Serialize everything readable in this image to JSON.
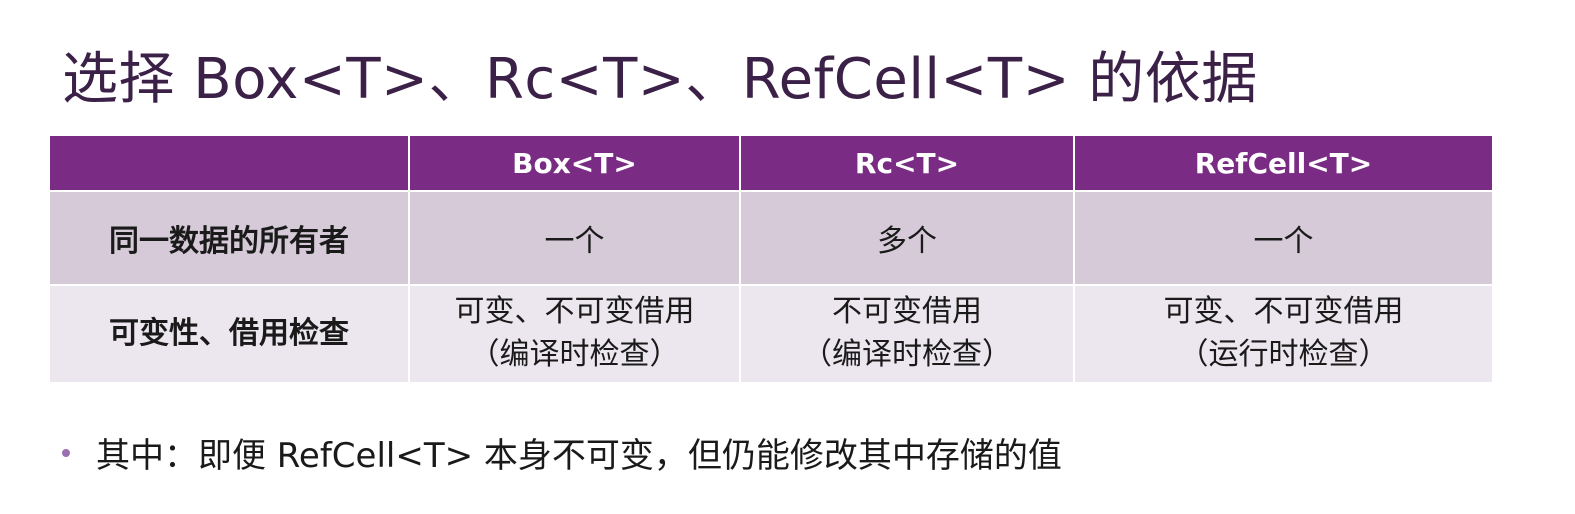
{
  "title": "选择 Box<T>、Rc<T>、RefCell<T> 的依据",
  "table": {
    "headers": [
      "",
      "Box<T>",
      "Rc<T>",
      "RefCell<T>"
    ],
    "rows": [
      {
        "label": "同一数据的所有者",
        "cells": [
          [
            "一个"
          ],
          [
            "多个"
          ],
          [
            "一个"
          ]
        ]
      },
      {
        "label": "可变性、借用检查",
        "cells": [
          [
            "可变、不可变借用",
            "（编译时检查）"
          ],
          [
            "不可变借用",
            "（编译时检查）"
          ],
          [
            "可变、不可变借用",
            "（运行时检查）"
          ]
        ]
      }
    ]
  },
  "note": "其中：即便 RefCell<T> 本身不可变，但仍能修改其中存储的值",
  "colors": {
    "title": "#3b2147",
    "header_bg": "#7a2c84",
    "row1_bg": "#d6cad9",
    "row2_bg": "#ece6ee",
    "bullet": "#9b6fb0"
  }
}
